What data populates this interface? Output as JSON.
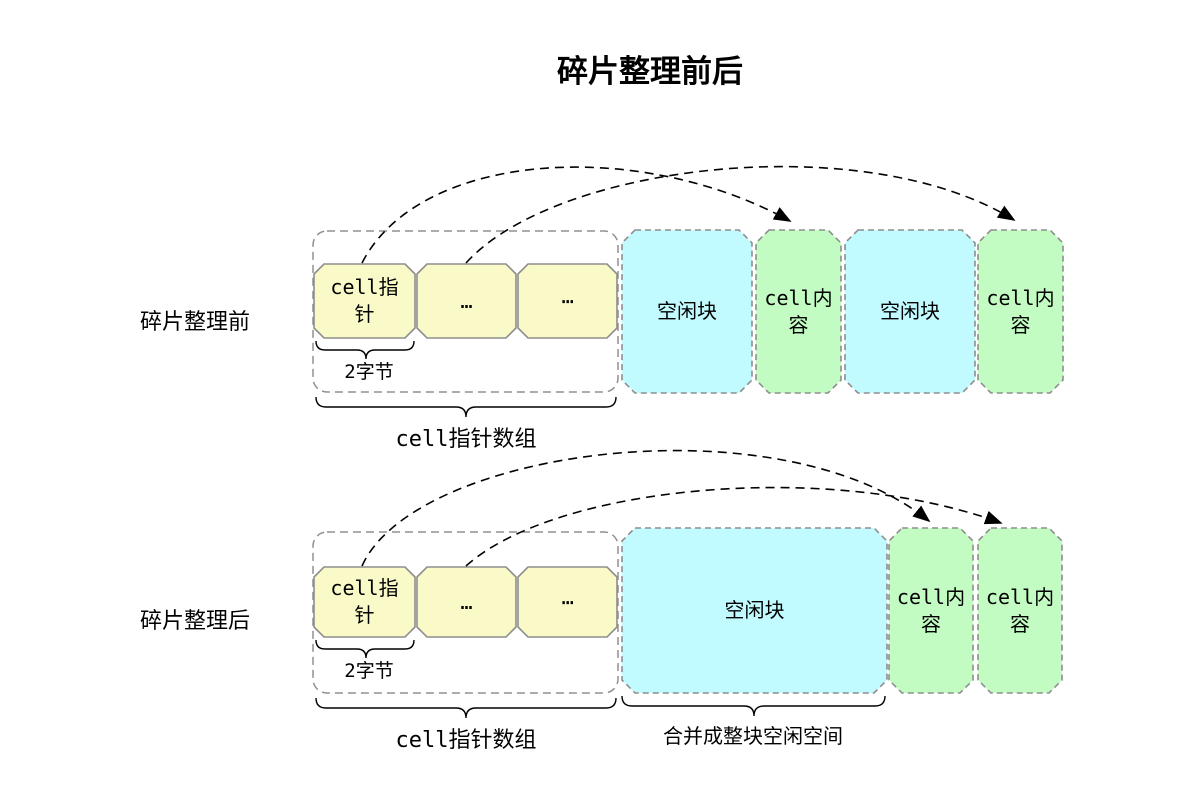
{
  "title": "碎片整理前后",
  "colors": {
    "pointer_cell_fill": "#fafac8",
    "free_block_fill": "#c2fbff",
    "content_block_fill": "#c3fcc3",
    "box_border": "#8e8e8e",
    "line_color": "#000000",
    "background": "#ffffff"
  },
  "before": {
    "row_label": "碎片整理前",
    "pointer_cells": [
      {
        "lines": [
          "cell指",
          "针"
        ]
      },
      {
        "lines": [
          "…"
        ]
      },
      {
        "lines": [
          "⋯"
        ]
      }
    ],
    "byte_brace_label": "2字节",
    "array_brace_label": "cell指针数组",
    "blocks": [
      {
        "type": "free",
        "lines": [
          "空闲块"
        ]
      },
      {
        "type": "content",
        "lines": [
          "cell内",
          "容"
        ]
      },
      {
        "type": "free",
        "lines": [
          "空闲块"
        ]
      },
      {
        "type": "content",
        "lines": [
          "cell内",
          "容"
        ]
      }
    ]
  },
  "after": {
    "row_label": "碎片整理后",
    "pointer_cells": [
      {
        "lines": [
          "cell指",
          "针"
        ]
      },
      {
        "lines": [
          "…"
        ]
      },
      {
        "lines": [
          "⋯"
        ]
      }
    ],
    "byte_brace_label": "2字节",
    "array_brace_label": "cell指针数组",
    "merged_brace_label": "合并成整块空闲空间",
    "blocks": [
      {
        "type": "free",
        "lines": [
          "空闲块"
        ]
      },
      {
        "type": "content",
        "lines": [
          "cell内",
          "容"
        ]
      },
      {
        "type": "content",
        "lines": [
          "cell内",
          "容"
        ]
      }
    ]
  }
}
